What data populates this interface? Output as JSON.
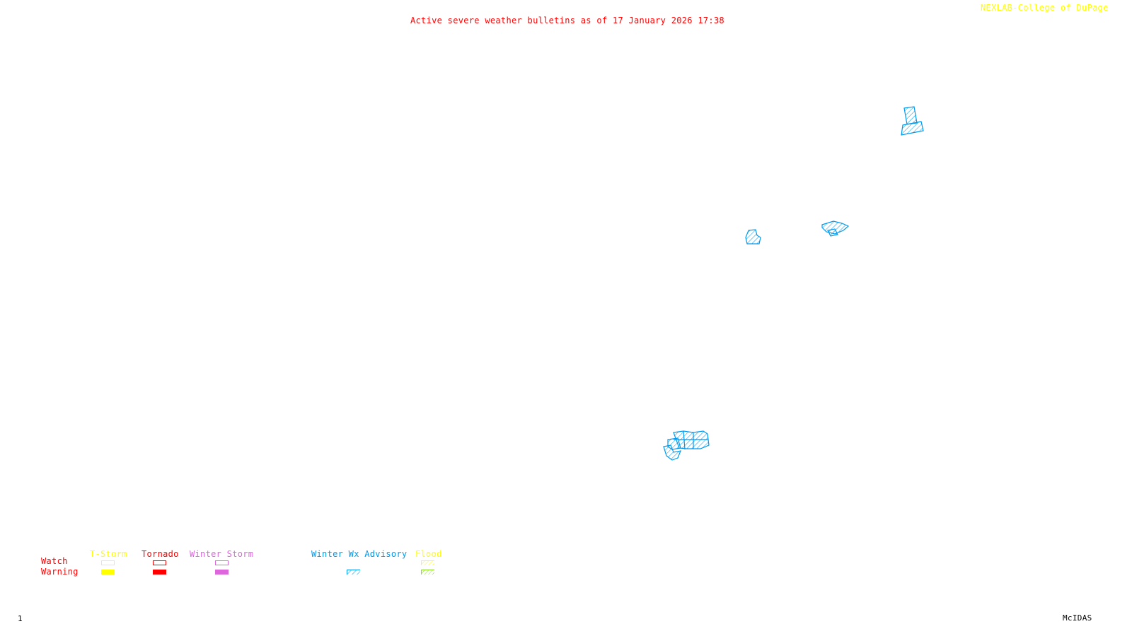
{
  "header": {
    "title": "Active severe weather bulletins as of 17 January 2026 17:38",
    "credit": "NEXLAB-College of DuPage"
  },
  "footer": {
    "frame_number": "1",
    "software": "McIDAS"
  },
  "colors": {
    "title": "#ff0000",
    "credit": "#ffff00",
    "tstorm": "#ffff00",
    "tornado": "#ff0000",
    "winter_storm": "#dd66dd",
    "winter_wx_advisory": "#0099ee",
    "flood_watch": "#ffff00",
    "flood_warning": "#88dd22"
  },
  "legend": {
    "row_labels": {
      "watch": "Watch",
      "warning": "Warning"
    },
    "categories": [
      {
        "key": "tstorm",
        "label": "T-Storm",
        "watch_style": "outline",
        "warning_style": "solid"
      },
      {
        "key": "tornado",
        "label": "Tornado",
        "watch_style": "outline",
        "warning_style": "solid"
      },
      {
        "key": "winter_storm",
        "label": "Winter Storm",
        "watch_style": "outline",
        "warning_style": "solid"
      },
      {
        "key": "winter_wx_advisory",
        "label": "Winter Wx Advisory",
        "watch_style": "none",
        "warning_style": "hatched"
      },
      {
        "key": "flood",
        "label": "Flood",
        "watch_style": "hatched",
        "warning_style": "hatched"
      }
    ]
  },
  "active_areas": [
    {
      "type": "Winter Wx Advisory",
      "region": "northeast cluster"
    },
    {
      "type": "Winter Wx Advisory",
      "region": "east-central cluster"
    },
    {
      "type": "Winter Wx Advisory",
      "region": "central cluster"
    },
    {
      "type": "Winter Wx Advisory",
      "region": "southern cluster"
    }
  ]
}
